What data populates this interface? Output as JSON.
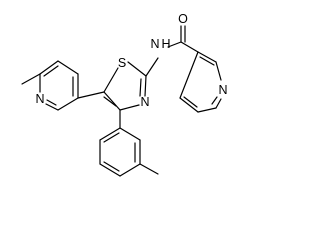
{
  "molecule": {
    "atom_labels": {
      "oxygen": "O",
      "amide_nitrogen": "N",
      "amide_hydrogen": "H",
      "thiazole_sulfur": "S",
      "thiazole_nitrogen": "N",
      "methylpyridine_nitrogen": "N",
      "pyridine_nitrogen": "N"
    },
    "colors": {
      "bonds": "#000000",
      "labels": "#000000",
      "background": "#ffffff"
    }
  }
}
